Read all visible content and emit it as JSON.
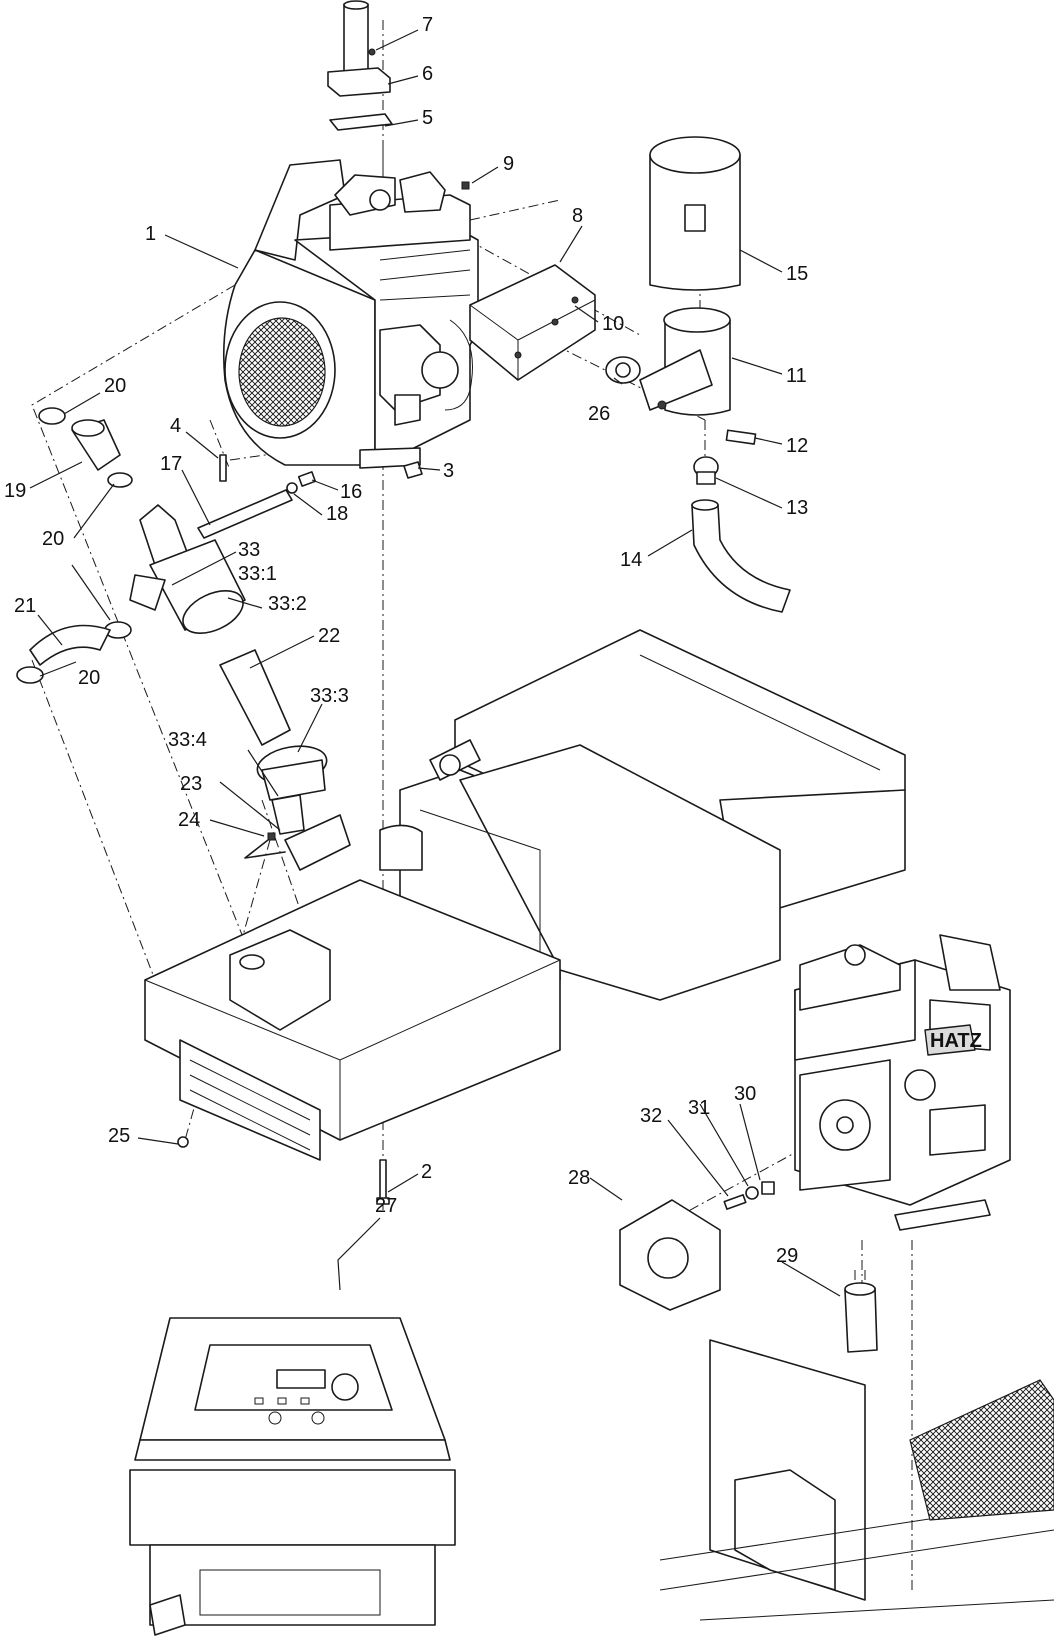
{
  "callouts": [
    {
      "id": "c1",
      "text": "1"
    },
    {
      "id": "c2",
      "text": "2"
    },
    {
      "id": "c3",
      "text": "3"
    },
    {
      "id": "c4",
      "text": "4"
    },
    {
      "id": "c5",
      "text": "5"
    },
    {
      "id": "c6",
      "text": "6"
    },
    {
      "id": "c7",
      "text": "7"
    },
    {
      "id": "c8",
      "text": "8"
    },
    {
      "id": "c9",
      "text": "9"
    },
    {
      "id": "c10",
      "text": "10"
    },
    {
      "id": "c11",
      "text": "11"
    },
    {
      "id": "c12",
      "text": "12"
    },
    {
      "id": "c13",
      "text": "13"
    },
    {
      "id": "c14",
      "text": "14"
    },
    {
      "id": "c15",
      "text": "15"
    },
    {
      "id": "c16",
      "text": "16"
    },
    {
      "id": "c17",
      "text": "17"
    },
    {
      "id": "c18",
      "text": "18"
    },
    {
      "id": "c19",
      "text": "19"
    },
    {
      "id": "c20a",
      "text": "20"
    },
    {
      "id": "c20b",
      "text": "20"
    },
    {
      "id": "c20c",
      "text": "20"
    },
    {
      "id": "c21",
      "text": "21"
    },
    {
      "id": "c22",
      "text": "22"
    },
    {
      "id": "c23",
      "text": "23"
    },
    {
      "id": "c24",
      "text": "24"
    },
    {
      "id": "c25",
      "text": "25"
    },
    {
      "id": "c26",
      "text": "26"
    },
    {
      "id": "c27",
      "text": "27"
    },
    {
      "id": "c28",
      "text": "28"
    },
    {
      "id": "c29",
      "text": "29"
    },
    {
      "id": "c30",
      "text": "30"
    },
    {
      "id": "c31",
      "text": "31"
    },
    {
      "id": "c32",
      "text": "32"
    },
    {
      "id": "c33",
      "text": "33"
    },
    {
      "id": "c33_1",
      "text": "33:1"
    },
    {
      "id": "c33_2",
      "text": "33:2"
    },
    {
      "id": "c33_3",
      "text": "33:3"
    },
    {
      "id": "c33_4",
      "text": "33:4"
    }
  ],
  "engine_logo": {
    "text": "HATZ"
  },
  "colors": {
    "line": "#1a1a1a",
    "background": "#ffffff",
    "shade": "#dcdcdc"
  }
}
